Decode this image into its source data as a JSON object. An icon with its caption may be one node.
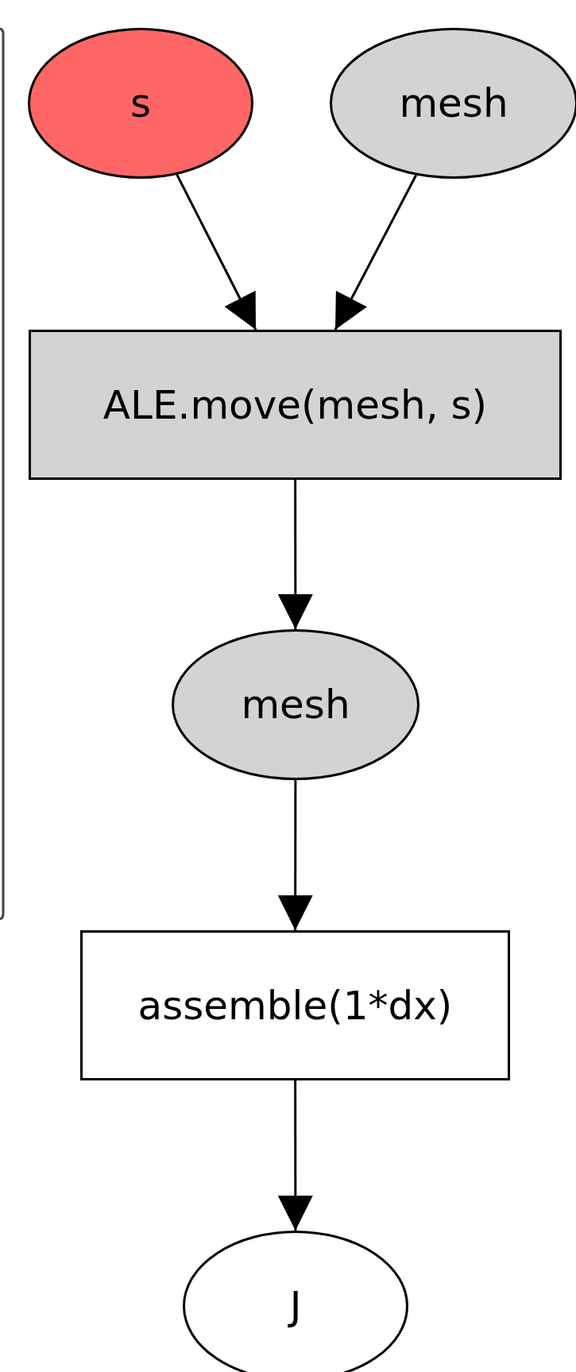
{
  "diagram": {
    "nodes": [
      {
        "text": [
          "s"
        ]
      },
      {
        "text": [
          "mesh"
        ]
      },
      {
        "text": [
          "ALE.move(mesh, s)"
        ]
      },
      {
        "text": [
          "mesh"
        ]
      },
      {
        "text": [
          "assemble(1*dx)"
        ]
      },
      {
        "text": [
          "J"
        ]
      }
    ],
    "edges": [
      {
        "from": 0,
        "to": 2,
        "arrow": "to"
      },
      {
        "from": 1,
        "to": 2,
        "arrow": "to"
      },
      {
        "from": 2,
        "to": 3,
        "arrow": "to"
      },
      {
        "from": 3,
        "to": 4,
        "arrow": "to"
      },
      {
        "from": 4,
        "to": 5,
        "arrow": "to"
      }
    ]
  }
}
